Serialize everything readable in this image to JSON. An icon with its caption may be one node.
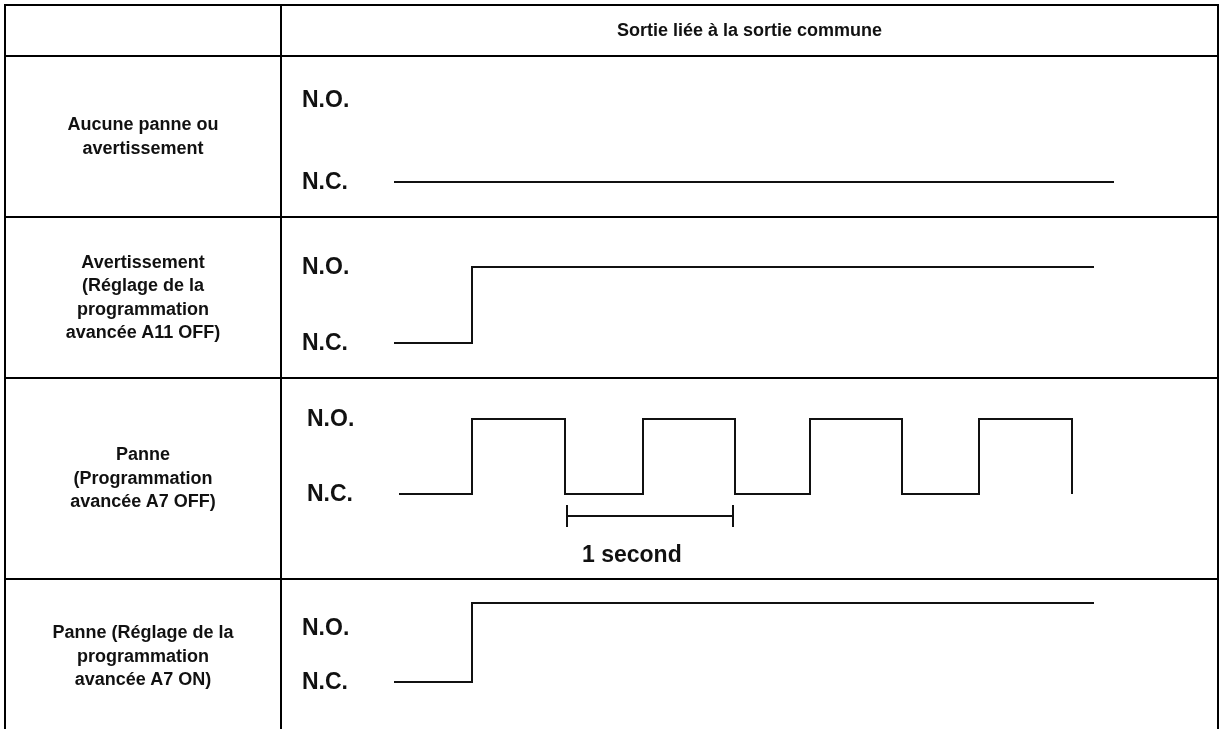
{
  "diagram": {
    "labels": [
      "Sortie liée à la sortie commune",
      "Aucune panne ou avertissement",
      "N.O.",
      "N.C.",
      "Avertissement (Réglage de la programmation avancée A11 OFF)",
      "N.O.",
      "N.C.",
      "Panne (Programmation avancée A7 OFF)",
      "N.O.",
      "N.C.",
      "1 second",
      "Panne (Réglage de la programmation avancée A7 ON)",
      "N.O.",
      "N.C."
    ]
  }
}
